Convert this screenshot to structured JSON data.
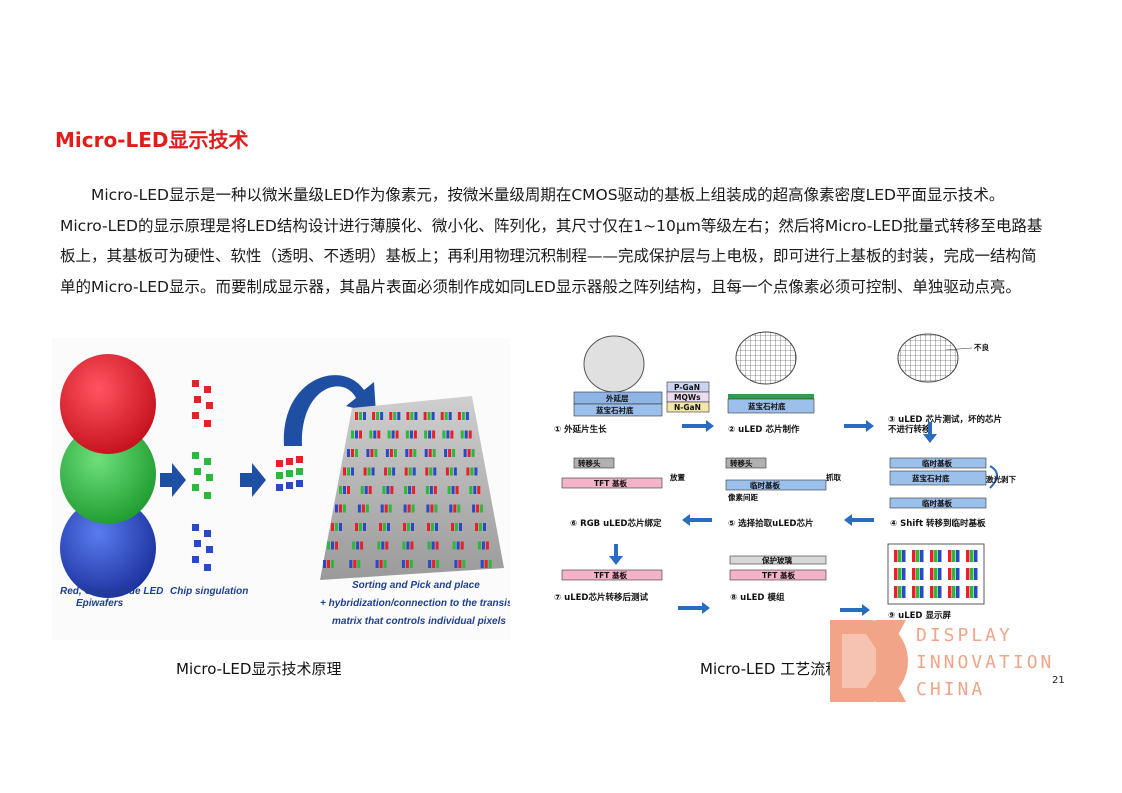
{
  "page": {
    "title": "Micro-LED显示技术",
    "paragraph": "Micro-LED显示是一种以微米量级LED作为像素元，按微米量级周期在CMOS驱动的基板上组装成的超高像素密度LED平面显示技术。Micro-LED的显示原理是将LED结构设计进行薄膜化、微小化、阵列化，其尺寸仅在1~10μm等级左右；然后将Micro-LED批量式转移至电路基板上，其基板可为硬性、软性（透明、不透明）基板上；再利用物理沉积制程——完成保护层与上电极，即可进行上基板的封装，完成一结构简单的Micro-LED显示。而要制成显示器，其晶片表面必须制作成如同LED显示器般之阵列结构，且每一个点像素必须可控制、单独驱动点亮。",
    "page_number": "21"
  },
  "left_figure": {
    "caption": "Micro-LED显示技术原理",
    "label_epiwafers_1": "Red, Green, Blue LED",
    "label_epiwafers_2": "Epiwafers",
    "label_chip": "Chip singulation",
    "label_sort_1": "Sorting and Pick and place",
    "label_sort_2": "+ hybridization/connection to the transistor",
    "label_sort_3": "matrix that controls individual pixels",
    "colors": {
      "red": "#e8202a",
      "green": "#2cb83c",
      "blue": "#2a49c8",
      "arrow": "#1f4fa3"
    }
  },
  "right_figure": {
    "caption": "Micro-LED 工艺流程",
    "step1": "① 外延片生长",
    "step2": "② uLED 芯片制作",
    "step3a": "③ uLED 芯片测试，坏的芯片",
    "step3b": "不进行转移",
    "step4": "④ Shift 转移到临时基板",
    "step5": "⑤ 选择拾取uLED芯片",
    "step6": "⑥ RGB uLED芯片绑定",
    "step7": "⑦ uLED芯片转移后测试",
    "step8": "⑧ uLED 模组",
    "step9": "⑨ uLED 显示屏",
    "label_epi": "外延层",
    "label_sapphire": "蓝宝石衬底",
    "label_pgan": "P-GaN",
    "label_mqws": "MQWs",
    "label_ngan": "N-GaN",
    "label_bad": "不良",
    "label_temp": "临时基板",
    "label_laser": "激光剥下",
    "label_head": "转移头",
    "label_tft": "TFT 基板",
    "label_release": "放置",
    "label_pick": "抓取",
    "label_pitch": "像素间距",
    "label_protect": "保护玻璃",
    "colors": {
      "arrow": "#2a6cc0",
      "blue_layer": "#7aa6dc",
      "pink": "#f4b3c8",
      "green_chip": "#2e9e4a"
    }
  },
  "watermark": {
    "line1": "DISPLAY",
    "line2": "INNOVATION",
    "line3": "CHINA",
    "color": "#f2a488"
  }
}
